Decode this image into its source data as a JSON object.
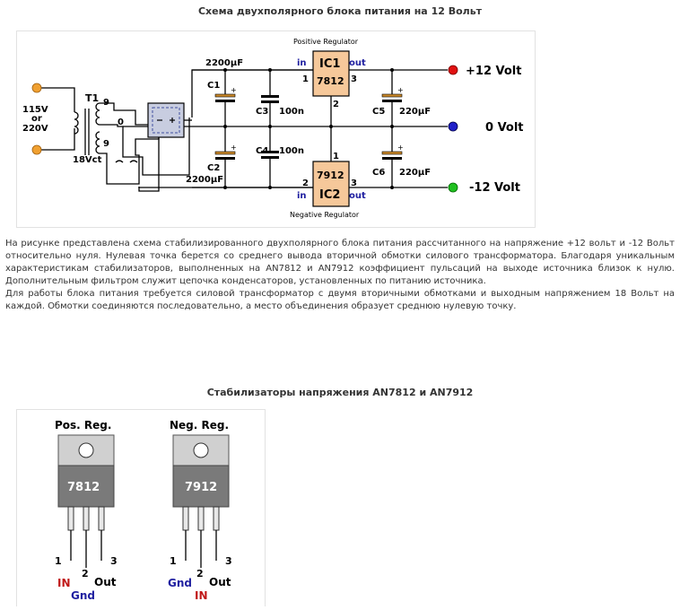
{
  "title": "Схема двухполярного блока питания на 12 Вольт",
  "schematic": {
    "positive_regulator": "Positive Regulator",
    "negative_regulator": "Negative Regulator",
    "ic1": "IC1",
    "ic1_part": "7812",
    "ic2": "IC2",
    "ic2_part": "7912",
    "in": "in",
    "out": "out",
    "pin1": "1",
    "pin2": "2",
    "pin3": "3",
    "t1": "T1",
    "winding_top": "9",
    "winding_mid": "0",
    "winding_bot": "9",
    "input_voltage_1": "115V",
    "input_or": "or",
    "input_voltage_2": "220V",
    "transformer_vct": "18Vct",
    "c1": "C1",
    "c1_value": "2200µF",
    "c2": "C2",
    "c2_value": "2200µF",
    "c3": "C3",
    "c3_value": "100n",
    "c4": "C4",
    "c4_value": "100n",
    "c5": "C5",
    "c5_value": "220µF",
    "c6": "C6",
    "c6_value": "220µF",
    "plus": "+",
    "out_pos": "+12 Volt",
    "out_zero": "0 Volt",
    "out_neg": "-12 Volt"
  },
  "description": [
    "На рисунке представлена схема стабилизированного двухполярного блока питания рассчитанного на напряжение +12 вольт и -12 Вольт относительно нуля. Нулевая точка берется со среднего вывода вторичной обмотки силового трансформатора. Благодаря уникальным характеристикам стабилизаторов, выполненных на AN7812 и AN7912 коэффициент пульсаций на выходе источника близок к нулю. Дополнительным фильтром служит цепочка конденсаторов, установленных по питанию источника.",
    "Для работы блока питания требуется силовой трансформатор с двумя вторичными обмотками и выходным напряжением 18 Вольт на каждой. Обмотки соединяются последовательно, а место объединения образует среднюю нулевую точку."
  ],
  "title2": "Стабилизаторы напряжения AN7812 и AN7912",
  "regulators": {
    "pos_title": "Pos. Reg.",
    "pos_part": "7812",
    "neg_title": "Neg. Reg.",
    "neg_part": "7912",
    "pin1": "1",
    "pin2": "2",
    "pin3": "3",
    "pos_in": "IN",
    "pos_gnd": "Gnd",
    "pos_out": "Out",
    "neg_gnd": "Gnd",
    "neg_in": "IN",
    "neg_out": "Out"
  },
  "colors": {
    "ic_fill": "#f6c89a",
    "dot_red": "#e01010",
    "dot_blue": "#2020c8",
    "dot_green": "#20c020",
    "terminal_orange": "#f0a030",
    "label_blue": "#1f1fa0",
    "label_red": "#c01818",
    "package_gray": "#7a7a7a"
  }
}
